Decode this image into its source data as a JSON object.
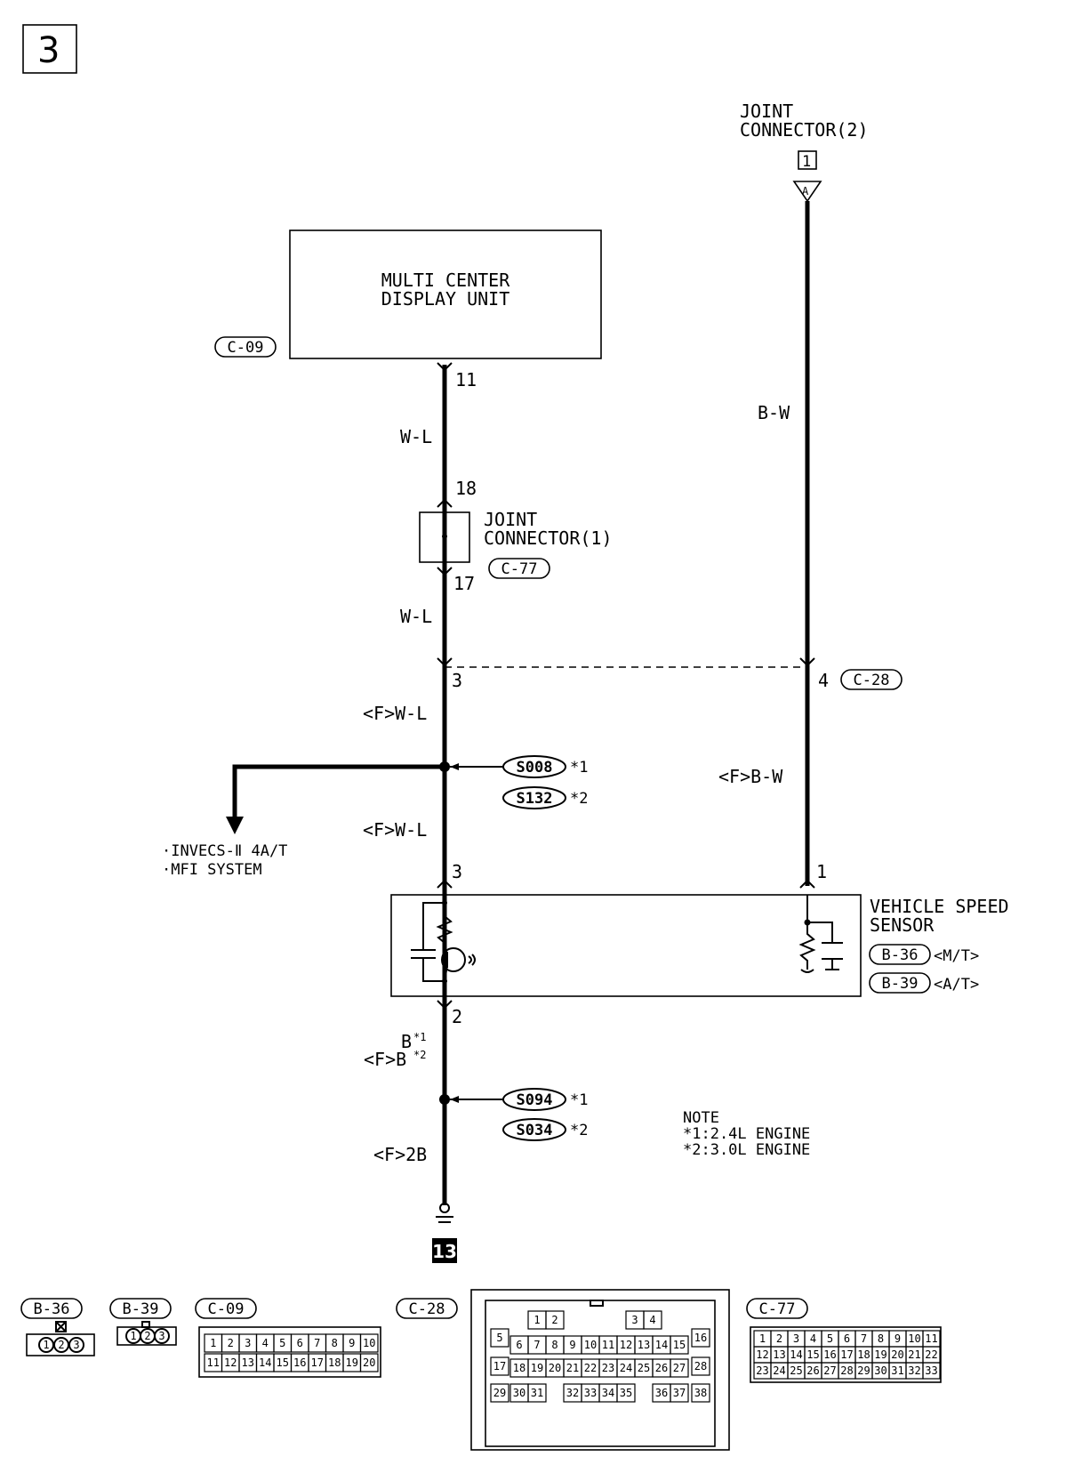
{
  "page_number": "3",
  "ground_ref": "13",
  "components": {
    "mcdu": {
      "line1": "MULTI CENTER",
      "line2": "DISPLAY UNIT",
      "connector": "C-09"
    },
    "joint1": {
      "line1": "JOINT",
      "line2": "CONNECTOR(1)",
      "connector": "C-77"
    },
    "joint2": {
      "line1": "JOINT",
      "line2": "CONNECTOR(2)",
      "ref": "1",
      "pin": "A"
    },
    "c28": {
      "connector": "C-28"
    },
    "vss": {
      "line1": "VEHICLE SPEED",
      "line2": "SENSOR",
      "conn_mt": "B-36",
      "note_mt": "<M/T>",
      "conn_at": "B-39",
      "note_at": "<A/T>"
    }
  },
  "pins": {
    "mcdu_out": "11",
    "j1_in": "18",
    "j1_out": "17",
    "c28_left": "3",
    "c28_right": "4",
    "vss_in": "3",
    "vss_b": "1",
    "vss_gnd": "2"
  },
  "wires": {
    "bw_top": "B-W",
    "wl_1": "W-L",
    "wl_2": "W-L",
    "fwl_1": "<F>W-L",
    "fwl_2": "<F>W-L",
    "fbw": "<F>B-W",
    "b1": "B",
    "b1_mark": "*1",
    "fb2": "<F>B",
    "fb2_mark": "*2",
    "f2b": "<F>2B"
  },
  "splices": {
    "upper_a": "S008",
    "upper_a_mark": "*1",
    "upper_b": "S132",
    "upper_b_mark": "*2",
    "lower_a": "S094",
    "lower_a_mark": "*1",
    "lower_b": "S034",
    "lower_b_mark": "*2"
  },
  "branch": {
    "line1": "·INVECS-Ⅱ 4A/T",
    "line2": "·MFI SYSTEM"
  },
  "note": {
    "title": "NOTE",
    "line1": "*1:2.4L ENGINE",
    "line2": "*2:3.0L ENGINE"
  },
  "connector_views": {
    "b36": {
      "label": "B-36",
      "pins": [
        "1",
        "2",
        "3"
      ]
    },
    "b39": {
      "label": "B-39",
      "pins": [
        "1",
        "2",
        "3"
      ]
    },
    "c09": {
      "label": "C-09",
      "row1": [
        "1",
        "2",
        "3",
        "4",
        "5",
        "6",
        "7",
        "8",
        "9",
        "10"
      ],
      "row2": [
        "11",
        "12",
        "13",
        "14",
        "15",
        "16",
        "17",
        "18",
        "19",
        "20"
      ]
    },
    "c28v": {
      "label": "C-28",
      "top": [
        "1",
        "2",
        "3",
        "4"
      ],
      "mid": [
        "5",
        "6",
        "7",
        "8",
        "9",
        "10",
        "11",
        "12",
        "13",
        "14",
        "15",
        "16"
      ],
      "r3": [
        "17",
        "18",
        "19",
        "20",
        "21",
        "22",
        "23",
        "24",
        "25",
        "26",
        "27",
        "28"
      ],
      "r4": [
        "29",
        "30",
        "31",
        "32",
        "33",
        "34",
        "35",
        "36",
        "37",
        "38"
      ]
    },
    "c77": {
      "label": "C-77",
      "row1": [
        "1",
        "2",
        "3",
        "4",
        "5",
        "6",
        "7",
        "8",
        "9",
        "10",
        "11"
      ],
      "row2": [
        "12",
        "13",
        "14",
        "15",
        "16",
        "17",
        "18",
        "19",
        "20",
        "21",
        "22"
      ],
      "row3": [
        "23",
        "24",
        "25",
        "26",
        "27",
        "28",
        "29",
        "30",
        "31",
        "32",
        "33"
      ]
    }
  }
}
